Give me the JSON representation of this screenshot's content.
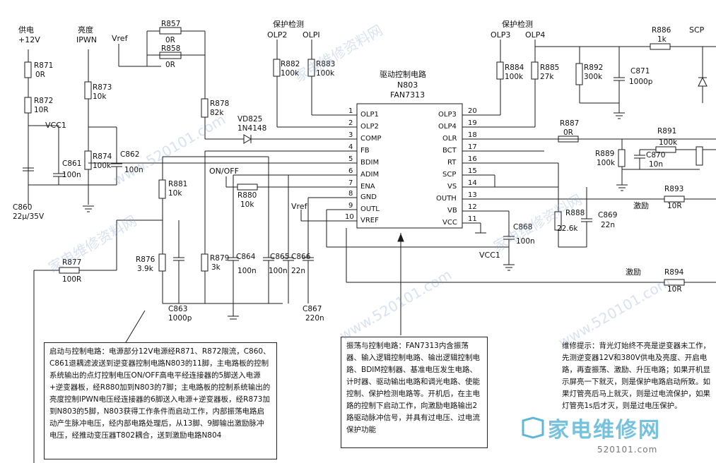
{
  "labels": {
    "power_title": "供电",
    "power_12v": "+12V",
    "brightness_title": "亮度",
    "brightness_ipwn": "IPWN",
    "vref_top": "Vref",
    "protect_left": "保护检测",
    "olp2_top": "OLP2",
    "olp1_top": "OLPI",
    "protect_right": "保护检测",
    "olp3_top": "OLP3",
    "olp4_top": "OLP4",
    "scp_top": "SCP",
    "vcc1_left": "VCC1",
    "vcc1_right": "VCC1",
    "onoff": "ON/OFF",
    "vref_mid": "Vref",
    "drive_out1": "激励",
    "drive_out2": "激励"
  },
  "chip": {
    "title": "驱动控制电路",
    "ref": "N803",
    "part": "FAN7313",
    "left_pins": [
      {
        "num": "1",
        "name": "OLP1"
      },
      {
        "num": "2",
        "name": "OLP2"
      },
      {
        "num": "3",
        "name": "COMP"
      },
      {
        "num": "4",
        "name": "FB"
      },
      {
        "num": "5",
        "name": "BDIM"
      },
      {
        "num": "6",
        "name": "ADIM"
      },
      {
        "num": "7",
        "name": "ENA"
      },
      {
        "num": "8",
        "name": "GND"
      },
      {
        "num": "9",
        "name": "OUTL"
      },
      {
        "num": "10",
        "name": "VREF"
      }
    ],
    "right_pins": [
      {
        "num": "20",
        "name": "OLP3"
      },
      {
        "num": "19",
        "name": "OLP4"
      },
      {
        "num": "18",
        "name": "OLR"
      },
      {
        "num": "17",
        "name": "BCT"
      },
      {
        "num": "16",
        "name": "RT"
      },
      {
        "num": "15",
        "name": "SCP"
      },
      {
        "num": "14",
        "name": "VS"
      },
      {
        "num": "13",
        "name": "OUTH"
      },
      {
        "num": "12",
        "name": "VB"
      },
      {
        "num": "11",
        "name": "VCC"
      }
    ]
  },
  "components": {
    "r871": {
      "ref": "R871",
      "val": "0R"
    },
    "r872": {
      "ref": "R872",
      "val": "10R"
    },
    "c860": {
      "ref": "C860",
      "val": "22μ/35V"
    },
    "c861": {
      "ref": "C861",
      "val": "100n"
    },
    "r873": {
      "ref": "R873",
      "val": "10k"
    },
    "r874": {
      "ref": "R874",
      "val": "100k"
    },
    "c862": {
      "ref": "C862",
      "val": "100n"
    },
    "r857": {
      "ref": "R857",
      "val": "0R"
    },
    "r858": {
      "ref": "R858",
      "val": "0R"
    },
    "r878": {
      "ref": "R878",
      "val": "82k"
    },
    "vd825": {
      "ref": "VD825",
      "val": "1N4148"
    },
    "r881": {
      "ref": "R881",
      "val": "10k"
    },
    "r880": {
      "ref": "R880",
      "val": "10k"
    },
    "r876": {
      "ref": "R876",
      "val": "3.9k"
    },
    "r879": {
      "ref": "R879",
      "val": "3k"
    },
    "c863": {
      "ref": "C863",
      "val": "1000p"
    },
    "c864": {
      "ref": "C864",
      "val": "100n"
    },
    "c865": {
      "ref": "C865",
      "val": "100n"
    },
    "c866": {
      "ref": "C866",
      "val": "22n"
    },
    "c867": {
      "ref": "C867",
      "val": "220n"
    },
    "r877": {
      "ref": "R877",
      "val": "100R"
    },
    "r882": {
      "ref": "R882",
      "val": "100k"
    },
    "r883": {
      "ref": "R883",
      "val": "100k"
    },
    "r884": {
      "ref": "R884",
      "val": "100k"
    },
    "r885": {
      "ref": "R885",
      "val": "27k"
    },
    "r886": {
      "ref": "R886",
      "val": "1k"
    },
    "r892": {
      "ref": "R892",
      "val": "300k"
    },
    "c871": {
      "ref": "C871",
      "val": "1000p"
    },
    "r887": {
      "ref": "R887",
      "val": "0R"
    },
    "r891": {
      "ref": "R891",
      "val": "100k"
    },
    "r889": {
      "ref": "R889",
      "val": "100k"
    },
    "c870": {
      "ref": "C870",
      "val": "10n"
    },
    "r893": {
      "ref": "R893",
      "val": "10R"
    },
    "r888": {
      "ref": "R888",
      "val": "22.6k"
    },
    "c869": {
      "ref": "C869",
      "val": "22n"
    },
    "c868": {
      "ref": "C868",
      "val": "100n"
    },
    "r894": {
      "ref": "R894",
      "val": "10R"
    }
  },
  "notes": {
    "startup": "启动与控制电路：电源部分12V电源经R871、R872限流，C860、C861退耦滤波送到逆变器控制电路N803的11脚，主电路板的控制系统输出的点灯控制电压ON/OFF高电平经连接器的5脚送入电源+逆变器板，经R880加到N803的7脚；主电路板的控制系统输出的亮度控制IPWN电压经连接器的6脚送入电源+逆变器板，经R873加到N803的5脚，N803获得工作条件而启动工作，内部振荡电路启动产生脉冲电压，经内部电路处理后，从13脚、9脚输出激励脉冲电压，经推动变压器T802耦合，送到激励电路N804",
    "oscillator": "振荡与控制电路：FAN7313内含振荡器、输入逻辑控制电路、输出逻辑控制电路、BDIM控制器、基准电压发生电路、计时器、驱动输出电路和调光电路、使能控制、保护检测电路等。开机后，在主电路的控制下启动工作，向激励电路输出2路驱动脉冲信号，并具有过电压、过电流保护功能",
    "repair": "维修提示：背光灯始终不亮是逆变器未工作，先测逆变器12V和380V供电及亮度、开启电路，再查振荡、激励、升压电路；如果开机显示屏亮一下就灭，则是保护电路启动所致。如果灯管亮后马上就灭，则是过电流保护，如果灯管亮1s后才灭，则是过电压保护。"
  },
  "watermarks": {
    "text1": "家电维修资料网",
    "text2": "www.520101.com",
    "logo": "家电维修网",
    "logo_sub": "520101.com"
  }
}
